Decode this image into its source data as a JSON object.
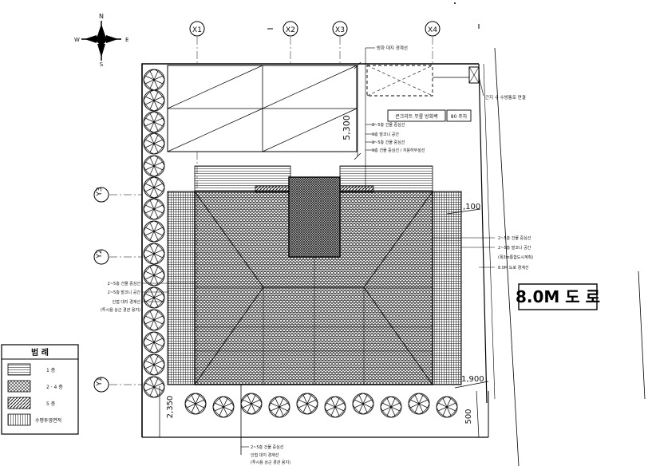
{
  "axes": {
    "x": [
      "X1",
      "X2",
      "X3",
      "X4"
    ],
    "y": [
      "Y3",
      "Y2",
      "Y1"
    ]
  },
  "compass": {
    "north": "N",
    "south": "S",
    "east": "E",
    "west": "W"
  },
  "dimensions": {
    "d5300": "5,300",
    "d100": ",100",
    "d1900": "1,900",
    "d2350": "2,350",
    "d500": "500"
  },
  "road_label": "8.0M 도 로",
  "top_box": {
    "left": "콘크리트 무릎 방화벽",
    "right": "80 주차"
  },
  "callouts": {
    "top_title": "방화 대지 경계선",
    "right_top": "근지 수 수방통로 연결",
    "mid_1": "2~5층 건물 중심선",
    "mid_2": "1층 발코니 공간",
    "mid_3": "2~5층 건물 중심선",
    "mid_4": "1층 건물 중심선 / 지붕하부설선",
    "r1": "2~5층 건물 중심선",
    "r2": "2~5층 발코니 공간",
    "r3": "(폭3m통합도시계획)",
    "r4": "8.0M 도로 경계선",
    "l1": "2~5층 건물 중심선",
    "l2": "2~5층 발코니 공간",
    "l3": "인접 대지 경계선",
    "l4": "(투시용 상근 경관 용지)",
    "b1": "2~5층 건물 중심선",
    "b2": "인접 대지 경계선",
    "b3": "(투시용 상근 경관 용지)"
  },
  "legend": {
    "title": "범 례",
    "items": [
      {
        "label": "1 층"
      },
      {
        "label": "2 · 4 층"
      },
      {
        "label": "5 층"
      },
      {
        "label": "수평투영면적"
      }
    ]
  }
}
